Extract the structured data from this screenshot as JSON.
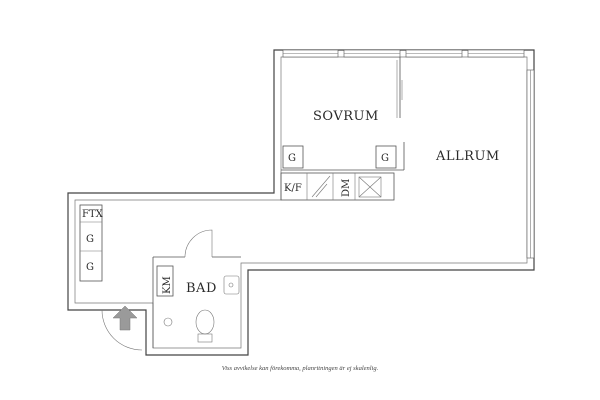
{
  "rooms": {
    "sovrum": "SOVRUM",
    "allrum": "ALLRUM",
    "bad": "BAD"
  },
  "fixtures": {
    "garderob": "G",
    "ftx": "FTX",
    "kitchen": "K/F",
    "dishwasher": "DM",
    "washing_machine": "KM"
  },
  "icons": {
    "entrance": "entrance-arrow-icon",
    "stove": "stove-icon",
    "toilet": "toilet-icon",
    "sink": "sink-icon",
    "shower": "shower-drain-icon"
  },
  "colors": {
    "walls": "#444444",
    "arrow": "#9a9a9a"
  },
  "caption": "Viss avvikelse kan förekomma, planritningen är ej skalenlig."
}
